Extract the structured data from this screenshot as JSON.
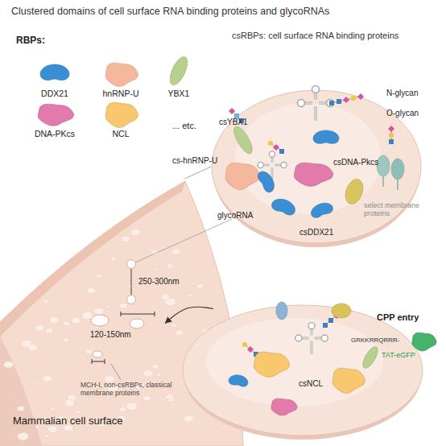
{
  "diagram": {
    "title": "Clustered domains of cell surface RNA binding proteins and glycoRNAs",
    "nodes": [
      {
        "text": [
          "csRBPs: cell surface RNA binding proteins"
        ]
      },
      {
        "text": [
          "Mammalian cell surface"
        ]
      },
      {
        "text": [
          "csNCL"
        ]
      }
    ],
    "edges": [
      {
        "from": 1,
        "to": 0,
        "arrow": "none"
      },
      {
        "from": 2,
        "to": 1,
        "arrow": "to"
      }
    ],
    "labels": [
      "RBPs:",
      "... etc.",
      "N-glycan",
      "O-glycan",
      "csYBX1",
      "cs-hnRNP-U",
      "csDNA-Pkcs",
      "glycoRNA",
      "csDDX21",
      "select membrane proteins",
      "250-300nm",
      "120-150nm",
      "MCH-I, non-csRBPs, classical membrane proteins",
      "CPP entry",
      "GRKKRRQRRR-",
      "TAT-eGFP"
    ],
    "legend": [
      {
        "text": "DDX21",
        "color": "#3a8fd4"
      },
      {
        "text": "hnRNP-U",
        "color": "#f6b89c"
      },
      {
        "text": "YBX1",
        "color": "#b8d08e"
      },
      {
        "text": "DNA-PKcs",
        "color": "#e27aac"
      },
      {
        "text": "NCL",
        "color": "#f8c76e"
      }
    ]
  }
}
